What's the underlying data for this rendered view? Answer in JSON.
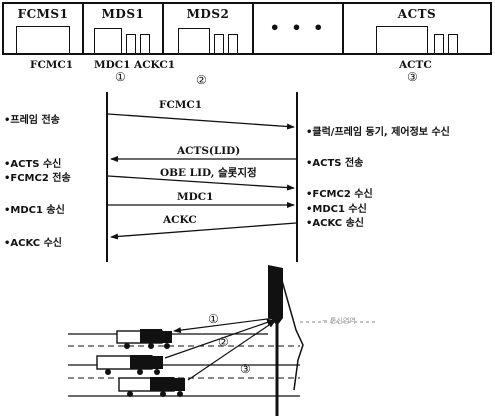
{
  "frame": {
    "slots": [
      {
        "title": "FCMS1"
      },
      {
        "title": "MDS1"
      },
      {
        "title": "MDS2"
      },
      {
        "title": "• • •"
      },
      {
        "title": "ACTS"
      }
    ],
    "sub_labels": {
      "fcmc1": "FCMC1",
      "mdc1_ackc1": "MDC1  ACKC1",
      "actc": "ACTC"
    },
    "circled": {
      "c1": "①",
      "c2": "②",
      "c3": "③"
    }
  },
  "sequence": {
    "left_notes": [
      "•프레임 전송",
      "•ACTS 수신",
      "•FCMC2 전송",
      "•MDC1 송신",
      "•ACKC 수신"
    ],
    "right_notes": [
      "•클럭/프레임 동기, 제어정보 수신",
      "•ACTS 전송",
      "•FCMC2 수신",
      "•MDC1 수신",
      "•ACKC 송신"
    ],
    "messages": {
      "fcmc1": "FCMC1",
      "acts_lid": "ACTS(LID)",
      "obe_lid": "OBE LID, 슬롯지정",
      "mdc1": "MDC1",
      "ackc": "ACKC"
    }
  },
  "road": {
    "circled": {
      "r1": "①",
      "r2": "②",
      "r3": "③"
    },
    "faint_label": "~ 통신영역"
  }
}
